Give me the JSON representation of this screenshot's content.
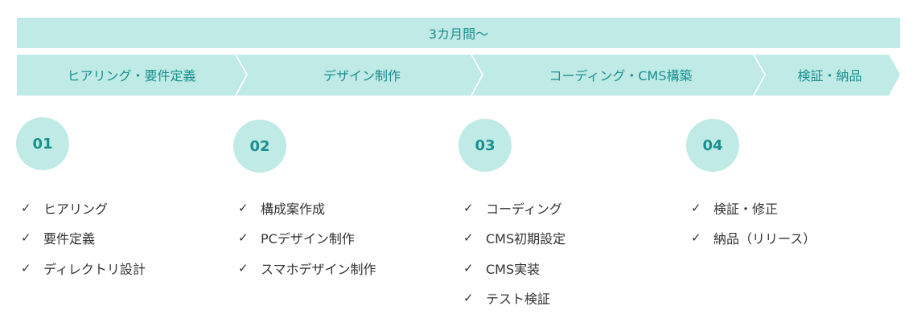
{
  "duration": {
    "label": "3カ月間〜"
  },
  "colors": {
    "fill": "#bfeae6",
    "accent": "#1b8f8f",
    "text": "#333333"
  },
  "phases": [
    {
      "label": "ヒアリング・要件定義"
    },
    {
      "label": "デザイン制作"
    },
    {
      "label": "コーディング・CMS構築"
    },
    {
      "label": "検証・納品"
    }
  ],
  "steps": [
    {
      "number": "01",
      "tasks": [
        "ヒアリング",
        "要件定義",
        "ディレクトリ設計"
      ]
    },
    {
      "number": "02",
      "tasks": [
        "構成案作成",
        "PCデザイン制作",
        "スマホデザイン制作"
      ]
    },
    {
      "number": "03",
      "tasks": [
        "コーディング",
        "CMS初期設定",
        "CMS実装",
        "テスト検証"
      ]
    },
    {
      "number": "04",
      "tasks": [
        "検証・修正",
        "納品（リリース）"
      ]
    }
  ],
  "check_icon": "checkmark-icon",
  "check_glyph": "✓"
}
